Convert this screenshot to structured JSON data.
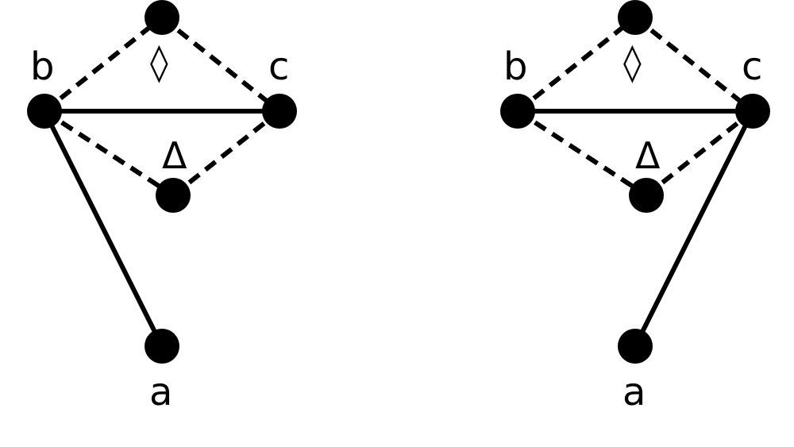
{
  "graphs": [
    {
      "nodes": {
        "a": "a",
        "b": "b",
        "c": "c",
        "diamond": "◊",
        "delta": "Δ"
      },
      "solid_edges": [
        [
          "b",
          "c"
        ],
        [
          "b",
          "a"
        ]
      ],
      "dashed_edges": [
        [
          "b",
          "diamond"
        ],
        [
          "diamond",
          "c"
        ],
        [
          "b",
          "delta"
        ],
        [
          "delta",
          "c"
        ]
      ]
    },
    {
      "nodes": {
        "a": "a",
        "b": "b",
        "c": "c",
        "diamond": "◊",
        "delta": "Δ"
      },
      "solid_edges": [
        [
          "b",
          "c"
        ],
        [
          "c",
          "a"
        ]
      ],
      "dashed_edges": [
        [
          "b",
          "diamond"
        ],
        [
          "diamond",
          "c"
        ],
        [
          "b",
          "delta"
        ],
        [
          "delta",
          "c"
        ]
      ]
    }
  ]
}
